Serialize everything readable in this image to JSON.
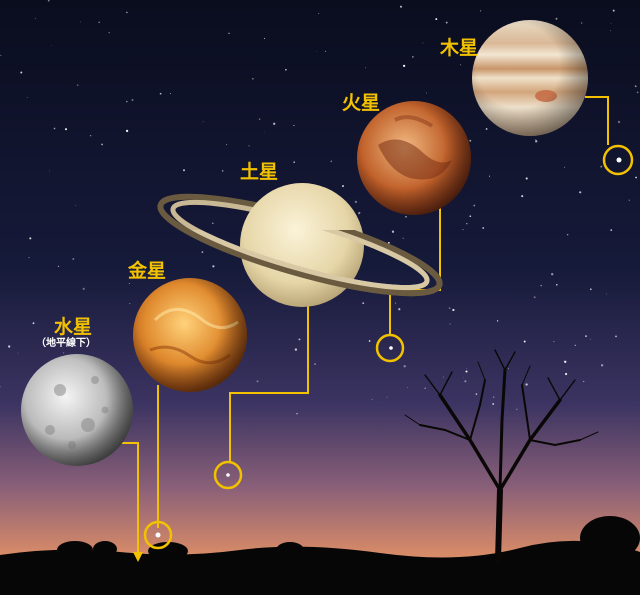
{
  "planets": {
    "mercury": {
      "label": "水星",
      "note": "（地平線下）"
    },
    "venus": {
      "label": "金星"
    },
    "saturn": {
      "label": "土星"
    },
    "mars": {
      "label": "火星"
    },
    "jupiter": {
      "label": "木星"
    }
  },
  "colors": {
    "accent": "#f2c100",
    "sky_top": "#0b0f22",
    "sky_horizon": "#d9866a",
    "ground": "#060606"
  }
}
